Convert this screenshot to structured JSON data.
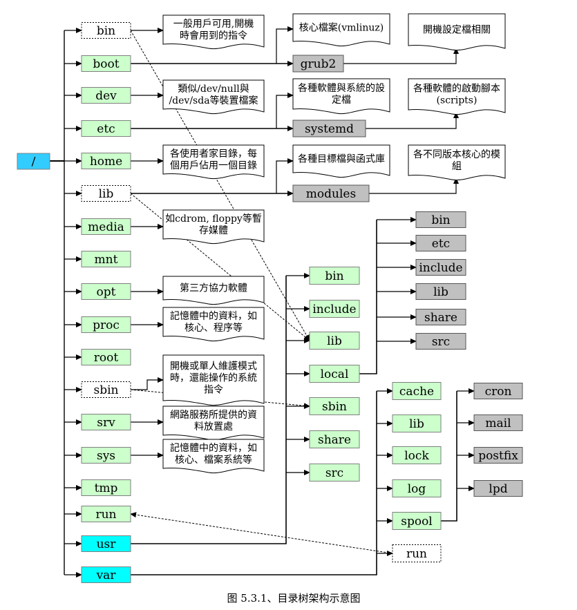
{
  "caption": "图 5.3.1、目录树架构示意图",
  "root": {
    "label": "/"
  },
  "root_dirs": [
    {
      "key": "bin",
      "label": "bin",
      "style": "dashed"
    },
    {
      "key": "boot",
      "label": "boot",
      "style": "green"
    },
    {
      "key": "dev",
      "label": "dev",
      "style": "green"
    },
    {
      "key": "etc",
      "label": "etc",
      "style": "green"
    },
    {
      "key": "home",
      "label": "home",
      "style": "green"
    },
    {
      "key": "lib",
      "label": "lib",
      "style": "dashed"
    },
    {
      "key": "media",
      "label": "media",
      "style": "green"
    },
    {
      "key": "mnt",
      "label": "mnt",
      "style": "green"
    },
    {
      "key": "opt",
      "label": "opt",
      "style": "green"
    },
    {
      "key": "proc",
      "label": "proc",
      "style": "green"
    },
    {
      "key": "root",
      "label": "root",
      "style": "green"
    },
    {
      "key": "sbin",
      "label": "sbin",
      "style": "dashed"
    },
    {
      "key": "srv",
      "label": "srv",
      "style": "green"
    },
    {
      "key": "sys",
      "label": "sys",
      "style": "green"
    },
    {
      "key": "tmp",
      "label": "tmp",
      "style": "green"
    },
    {
      "key": "run",
      "label": "run",
      "style": "green"
    },
    {
      "key": "usr",
      "label": "usr",
      "style": "cyan"
    },
    {
      "key": "var",
      "label": "var",
      "style": "cyan"
    }
  ],
  "notes": [
    {
      "key": "bin",
      "lines": [
        "一般用戶可用,開機",
        "時會用到的指令"
      ]
    },
    {
      "key": "dev",
      "lines": [
        "類似/dev/null與",
        "/dev/sda等裝置檔案"
      ]
    },
    {
      "key": "home",
      "lines": [
        "各使用者家目錄，每",
        "個用戶佔用一個目錄"
      ]
    },
    {
      "key": "media",
      "lines": [
        "如cdrom, floppy等暫",
        "存媒體"
      ]
    },
    {
      "key": "opt",
      "lines": [
        "第三方協力軟體"
      ]
    },
    {
      "key": "proc",
      "lines": [
        "記憶體中的資料，如",
        "核心、程序等"
      ]
    },
    {
      "key": "sbin",
      "lines": [
        "開機或單人維護模式",
        "時，還能操作的系統",
        "指令"
      ]
    },
    {
      "key": "srv",
      "lines": [
        "網路服務所提供的資",
        "料放置處"
      ]
    },
    {
      "key": "sys",
      "lines": [
        "記憶體中的資料，如",
        "核心、檔案系統等"
      ]
    },
    {
      "key": "kernel",
      "lines": [
        "核心檔案(vmlinuz)"
      ]
    },
    {
      "key": "bootcfg",
      "lines": [
        "開機設定檔相關"
      ]
    },
    {
      "key": "softcfg",
      "lines": [
        "各種軟體與系統的設",
        "定檔"
      ]
    },
    {
      "key": "startscripts",
      "lines": [
        "各種軟體的啟動腳本",
        "(scripts)"
      ]
    },
    {
      "key": "libfunc",
      "lines": [
        "各種目標檔與函式庫"
      ]
    },
    {
      "key": "kmods",
      "lines": [
        "各不同版本核心的模",
        "組"
      ]
    }
  ],
  "boot_sub": {
    "label": "grub2"
  },
  "etc_sub": {
    "label": "systemd"
  },
  "lib_sub": {
    "label": "modules"
  },
  "usr_children": [
    {
      "key": "bin",
      "label": "bin"
    },
    {
      "key": "include",
      "label": "include"
    },
    {
      "key": "lib",
      "label": "lib"
    },
    {
      "key": "local",
      "label": "local"
    },
    {
      "key": "sbin",
      "label": "sbin"
    },
    {
      "key": "share",
      "label": "share"
    },
    {
      "key": "src",
      "label": "src"
    }
  ],
  "local_children": [
    {
      "key": "bin",
      "label": "bin"
    },
    {
      "key": "etc",
      "label": "etc"
    },
    {
      "key": "include",
      "label": "include"
    },
    {
      "key": "lib",
      "label": "lib"
    },
    {
      "key": "share",
      "label": "share"
    },
    {
      "key": "src",
      "label": "src"
    }
  ],
  "var_children": [
    {
      "key": "cache",
      "label": "cache",
      "style": "green"
    },
    {
      "key": "lib",
      "label": "lib",
      "style": "green"
    },
    {
      "key": "lock",
      "label": "lock",
      "style": "green"
    },
    {
      "key": "log",
      "label": "log",
      "style": "green"
    },
    {
      "key": "spool",
      "label": "spool",
      "style": "green"
    },
    {
      "key": "run",
      "label": "run",
      "style": "dashed"
    }
  ],
  "spool_children": [
    {
      "key": "cron",
      "label": "cron"
    },
    {
      "key": "mail",
      "label": "mail"
    },
    {
      "key": "postfix",
      "label": "postfix"
    },
    {
      "key": "lpd",
      "label": "lpd"
    }
  ],
  "colors": {
    "green": "#ccffcc",
    "gray": "#c0c0c0",
    "cyan": "#00ffff",
    "root": "#33ccff",
    "line": "#000000"
  }
}
